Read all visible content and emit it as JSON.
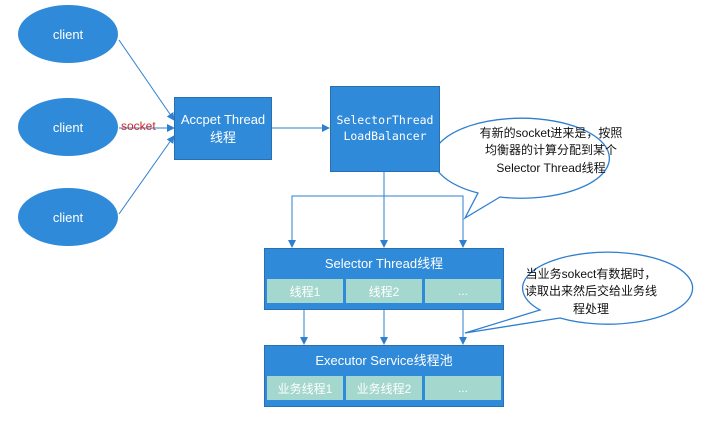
{
  "clients": [
    "client",
    "client",
    "client"
  ],
  "socket_label": "socket",
  "accept_thread": {
    "line1": "Accpet Thread",
    "line2": "线程"
  },
  "selector_lb": {
    "line1": "SelectorThread",
    "line2": "LoadBalancer"
  },
  "callout_lb": {
    "lines": [
      "有新的socket进来是，按照",
      "均衡器的计算分配到某个",
      "Selector  Thread线程"
    ]
  },
  "selector_panel": {
    "title": "Selector  Thread线程",
    "cells": [
      "线程1",
      "线程2",
      "..."
    ]
  },
  "callout_executor": {
    "lines": [
      "当业务sokect有数据时，",
      "读取出来然后交给业务线",
      "程处理"
    ]
  },
  "executor_panel": {
    "title": "Executor Service线程池",
    "cells": [
      "业务线程1",
      "业务线程2",
      "..."
    ]
  },
  "colors": {
    "node_fill": "#2f8ad9",
    "cell_fill": "#a4d7cd",
    "arrow": "#2f7fd0",
    "socket_label": "#cc2a2a"
  }
}
